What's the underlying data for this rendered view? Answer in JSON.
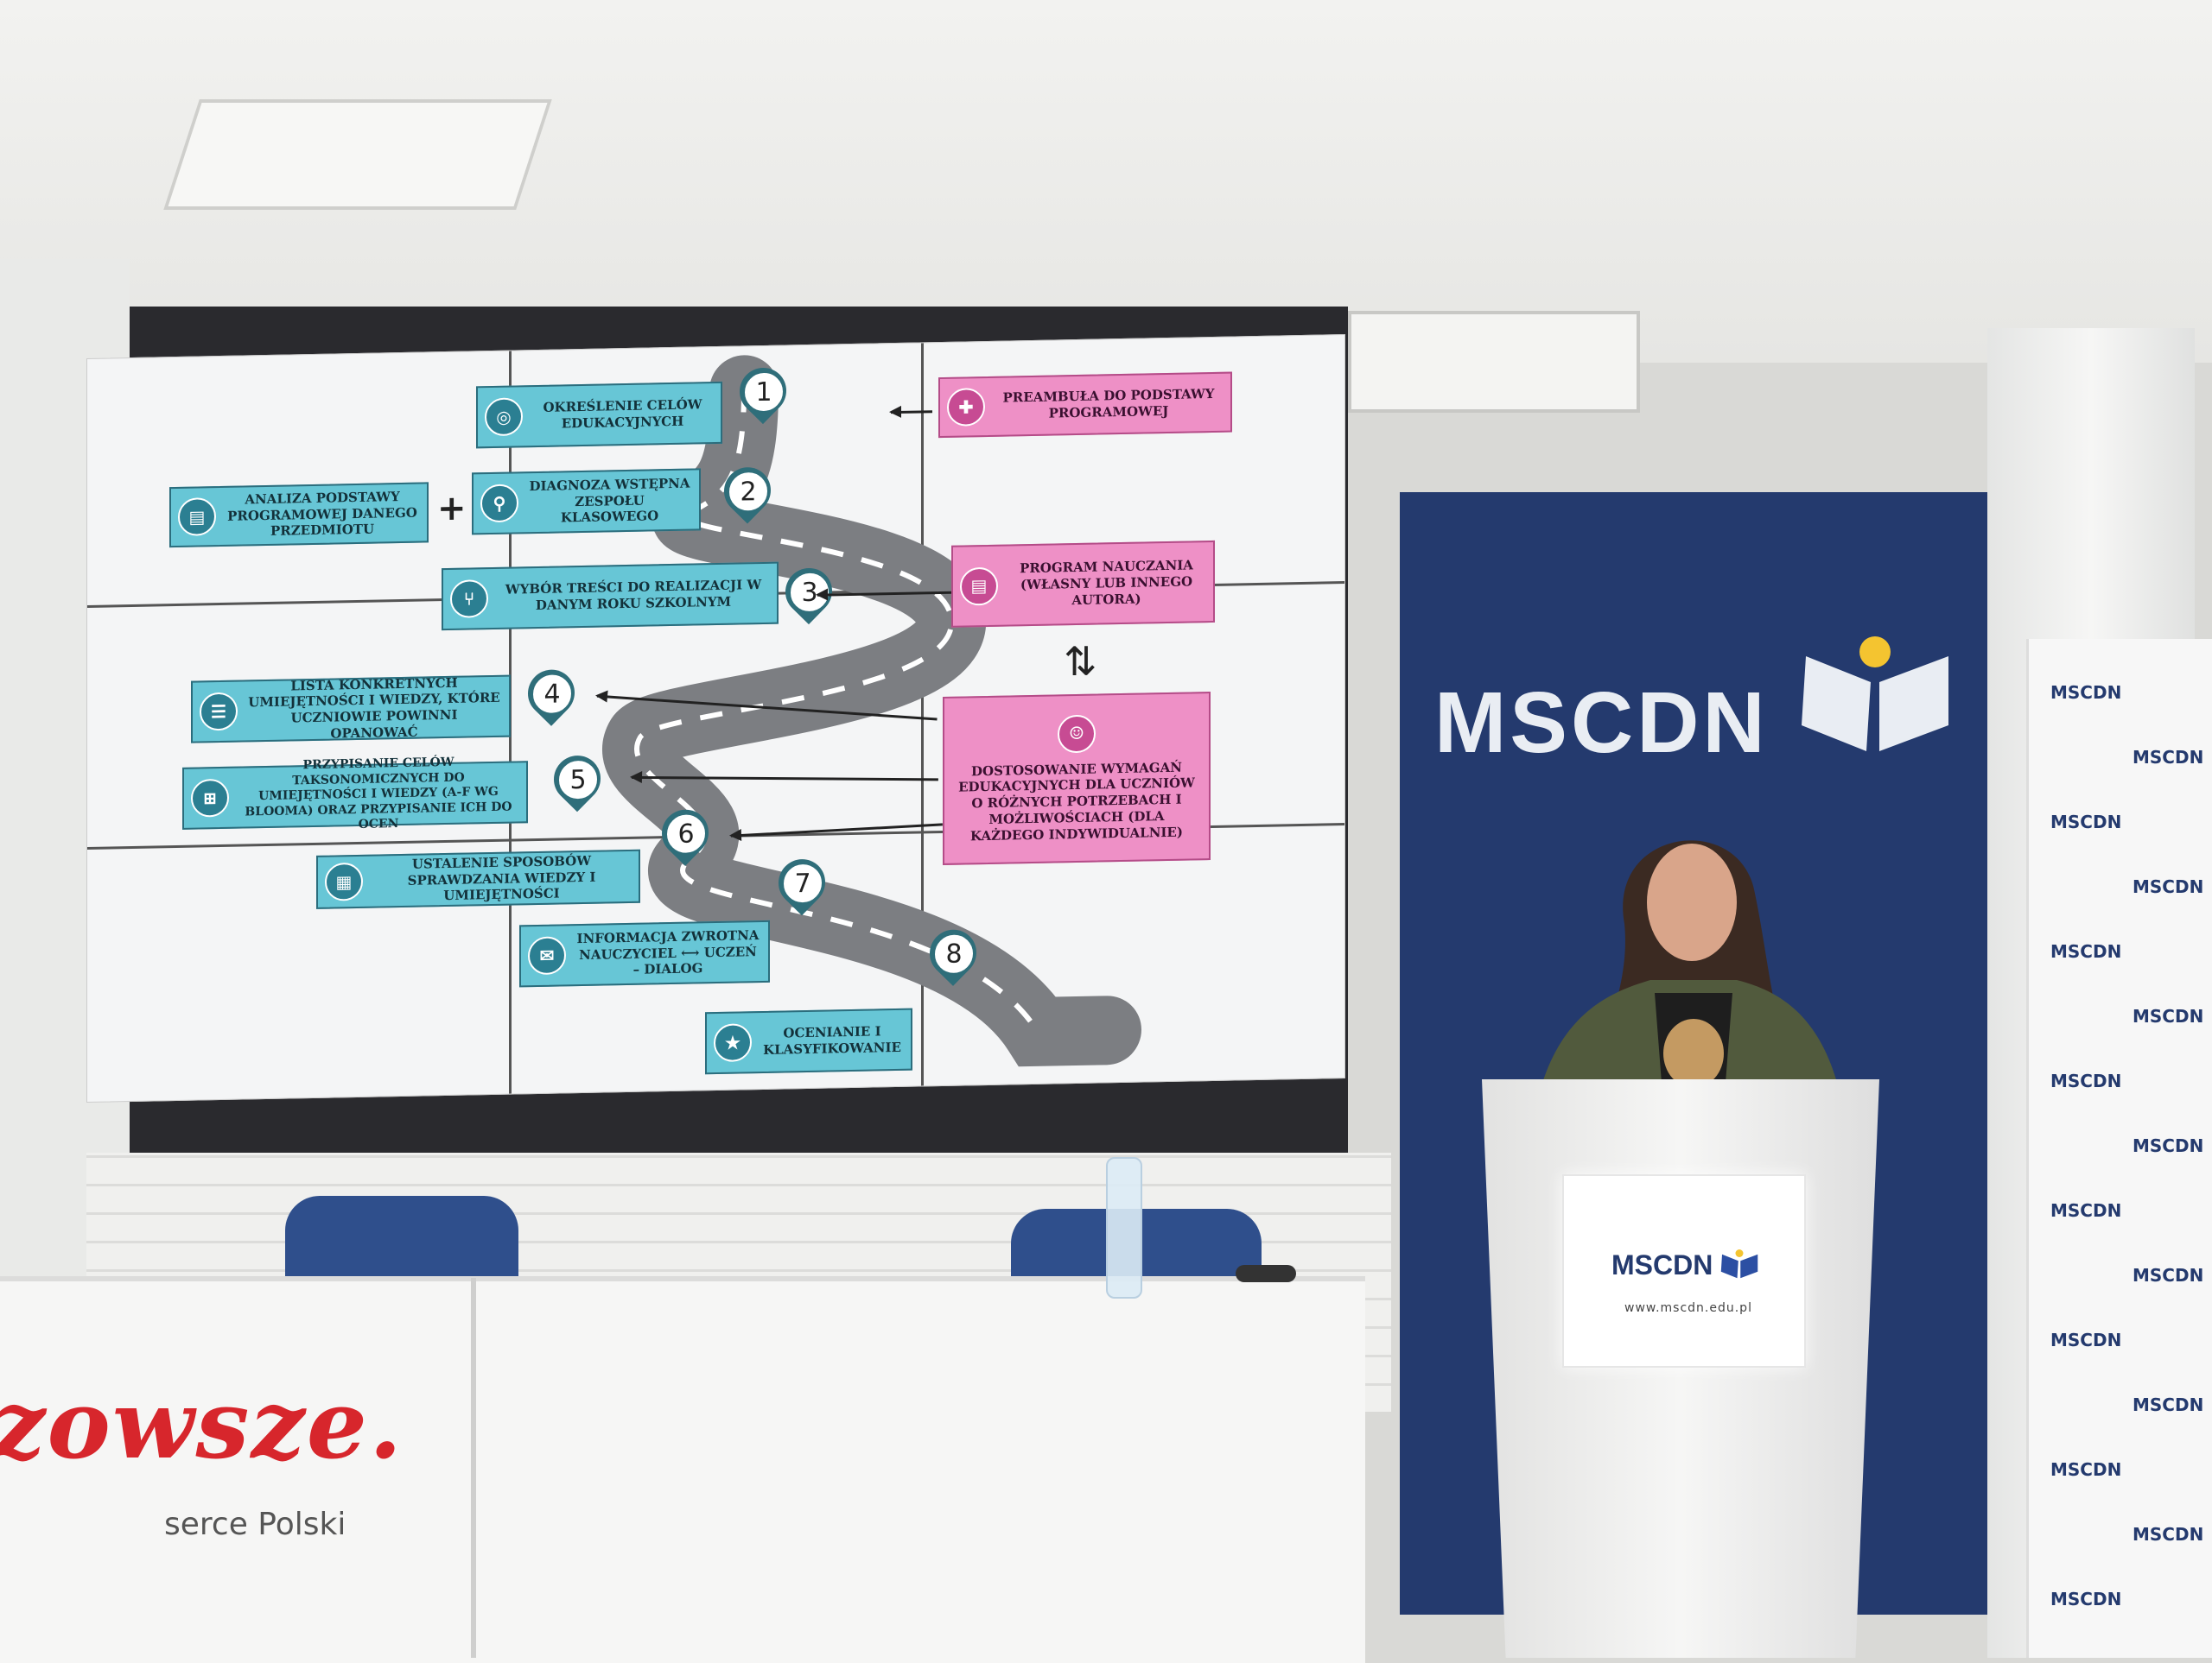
{
  "slide": {
    "steps": [
      {
        "num": "1",
        "label": "OKREŚLENIE CELÓW EDUKACYJNYCH"
      },
      {
        "num": "2",
        "label": "DIAGNOZA WSTĘPNA ZESPOŁU KLASOWEGO"
      },
      {
        "num": "3",
        "label": "WYBÓR TREŚCI DO REALIZACJI W DANYM ROKU SZKOLNYM"
      },
      {
        "num": "4",
        "label": "LISTA KONKRETNYCH UMIEJĘTNOŚCI I WIEDZY, KTÓRE UCZNIOWIE POWINNI OPANOWAĆ"
      },
      {
        "num": "5",
        "label": "PRZYPISANIE CELÓW TAKSONOMICZNYCH DO UMIEJĘTNOŚCI I WIEDZY (A-F WG BLOOMA) ORAZ PRZYPISANIE ICH DO OCEN"
      },
      {
        "num": "6",
        "label": "USTALENIE SPOSOBÓW SPRAWDZANIA WIEDZY I UMIEJĘTNOŚCI"
      },
      {
        "num": "7",
        "label": "INFORMACJA ZWROTNA NAUCZYCIEL ⟷ UCZEŃ – DIALOG"
      },
      {
        "num": "8",
        "label": "OCENIANIE I KLASYFIKOWANIE"
      }
    ],
    "extra_box": "ANALIZA PODSTAWY PROGRAMOWEJ DANEGO PRZEDMIOTU",
    "plus": "+",
    "pink_boxes": [
      "PREAMBUŁA DO PODSTAWY PROGRAMOWEJ",
      "PROGRAM NAUCZANIA (WŁASNY LUB INNEGO AUTORA)",
      "DOSTOSOWANIE WYMAGAŃ EDUKACYJNYCH DLA UCZNIÓW O RÓŻNYCH POTRZEBACH I MOŻLIWOŚCIACH (DLA KAŻDEGO INDYWIDUALNIE)"
    ],
    "exchange_arrows": "⇅"
  },
  "wall_logo": "MSCDN",
  "banner_logo": "MSCDN",
  "podium": {
    "logo": "MSCDN",
    "url": "www.mscdn.edu.pl"
  },
  "desk": {
    "brand": "zowsze.",
    "tagline": "serce Polski"
  },
  "colors": {
    "slide_blue": "#67c6d6",
    "slide_pink": "#ee90c6",
    "wall_blue": "#243a6e",
    "brand_red": "#d7262c"
  }
}
